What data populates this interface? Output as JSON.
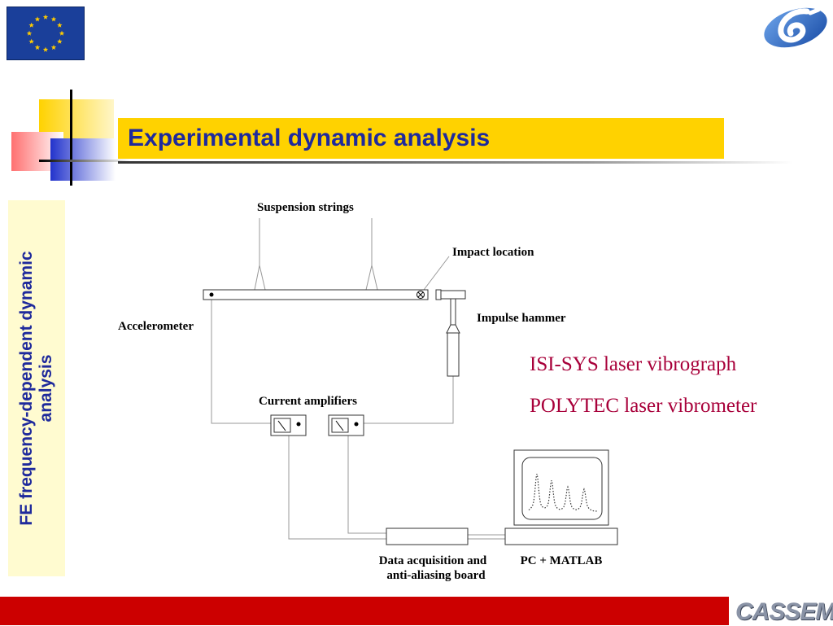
{
  "header": {
    "title": "Experimental dynamic analysis"
  },
  "sidebar": {
    "line1": "FE  frequency-dependent dynamic",
    "line2": "analysis"
  },
  "diagram": {
    "suspension_strings": "Suspension strings",
    "impact_location": "Impact location",
    "impulse_hammer": "Impulse hammer",
    "accelerometer": "Accelerometer",
    "current_amplifiers": "Current amplifiers",
    "daq_line1": "Data acquisition and",
    "daq_line2": "anti-aliasing board",
    "pc": "PC + MATLAB"
  },
  "instruments": {
    "vibrograph": "ISI-SYS laser vibrograph",
    "vibrometer": "POLYTEC laser vibrometer"
  },
  "footer": {
    "logo": "CASSEM"
  },
  "colors": {
    "title_text": "#1f2a9c",
    "title_bar": "#ffd200",
    "red_text": "#a8003a",
    "footer_bar": "#cc0000",
    "eu_blue": "#1a3f9a",
    "eu_star": "#ffcc00"
  }
}
